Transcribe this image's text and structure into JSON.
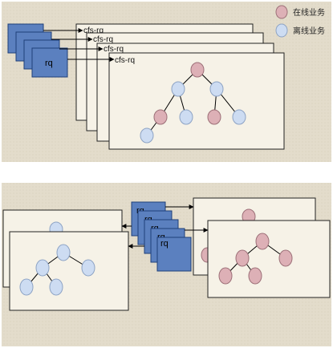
{
  "legend": {
    "online_label": "在线业务",
    "offline_label": "离线业务",
    "online_color": "#ddb0b6",
    "offline_color": "#cddcf2"
  },
  "colors": {
    "panel_bg": "#e3dccb",
    "card_bg": "#f6f2e7",
    "rq_box": "#5b80bf",
    "node_stroke": "#8da3c4"
  },
  "top": {
    "queue_label": "rq",
    "card_labels": [
      "cfs-rq",
      "cfs-rq",
      "cfs-rq",
      "cfs-rq"
    ]
  },
  "bottom": {
    "queue_label": "rq"
  }
}
